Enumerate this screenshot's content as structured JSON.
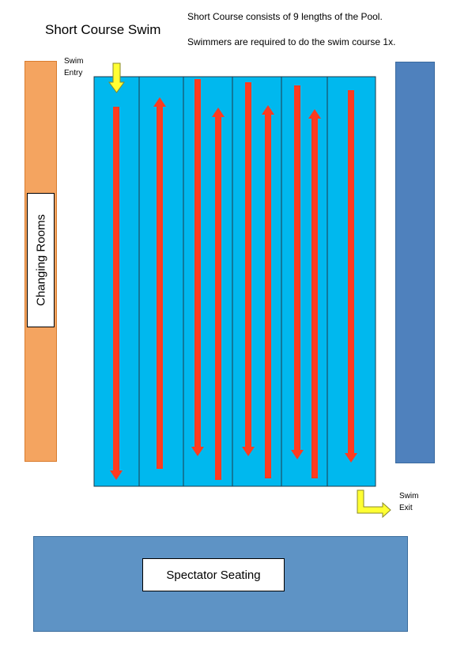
{
  "title": "Short Course Swim",
  "notes": {
    "line1": "Short Course consists of 9 lengths of the Pool.",
    "line2": "Swimmers are required to do the swim course 1x."
  },
  "labels": {
    "swim_entry": "Swim Entry",
    "swim_exit": "Swim Exit",
    "changing_rooms": "Changing Rooms",
    "spectator_seating": "Spectator Seating"
  },
  "colors": {
    "pool": "#00b8ee",
    "lane_line": "#1f3a4a",
    "swim_arrow": "#ff3b1f",
    "entry_exit_arrow": "#ffff33",
    "changing_rooms": "#f4a460",
    "right_bar": "#4f81bd",
    "spectator": "#5e93c5"
  },
  "pool": {
    "lanes": 6,
    "lengths": 9,
    "swim_arrows": [
      {
        "lane": 1,
        "direction": "down"
      },
      {
        "lane": 2,
        "direction": "up"
      },
      {
        "lane": 3,
        "direction": "down"
      },
      {
        "lane": 3,
        "direction": "up"
      },
      {
        "lane": 4,
        "direction": "down"
      },
      {
        "lane": 4,
        "direction": "up"
      },
      {
        "lane": 5,
        "direction": "down"
      },
      {
        "lane": 5,
        "direction": "up"
      },
      {
        "lane": 6,
        "direction": "down"
      }
    ]
  }
}
